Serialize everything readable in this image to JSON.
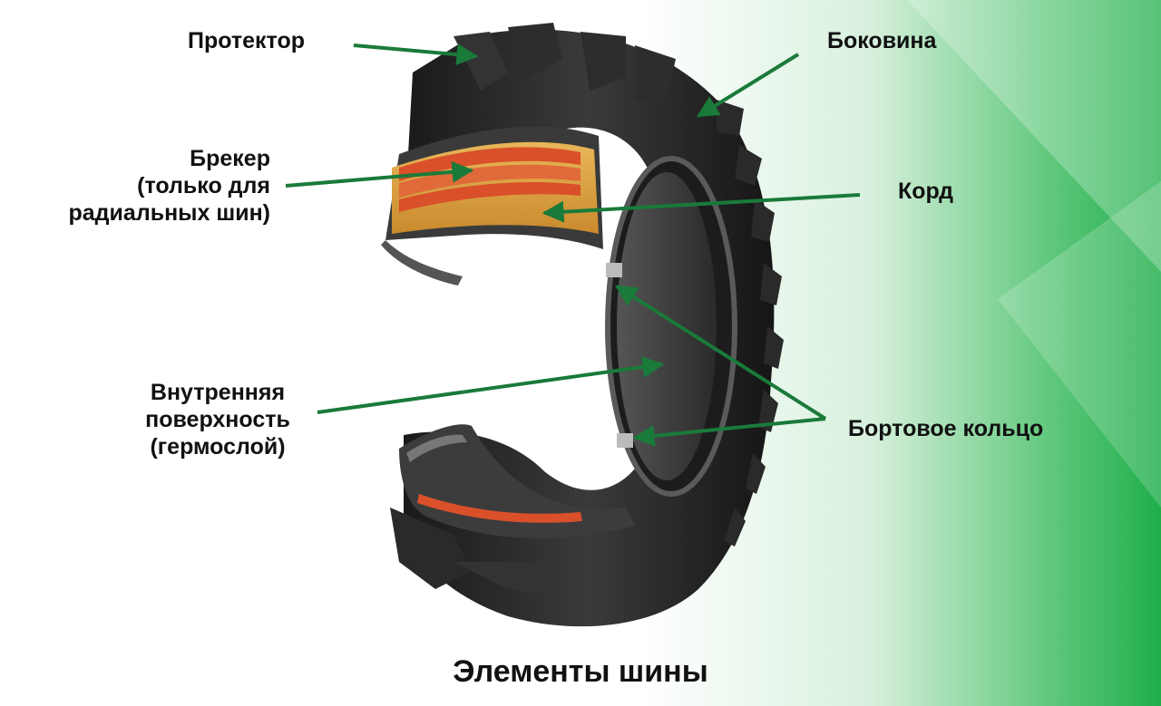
{
  "labels": {
    "tread": "Протектор",
    "sidewall": "Боковина",
    "breaker": {
      "line1": "Брекер",
      "line2": "(только для",
      "line3": "радиальных шин)"
    },
    "cord": "Корд",
    "inner": {
      "line1": "Внутренняя",
      "line2": "поверхность",
      "line3": "(гермослой)"
    },
    "bead": "Бортовое кольцо"
  },
  "caption": "Элементы шины",
  "colors": {
    "arrow": "#1a7a3a",
    "tire_rubber": "#2a2a2a",
    "breaker_red": "#d9502a",
    "cord_yellow": "#e0a640",
    "accent_green": "#2eb85c",
    "text": "#111111"
  }
}
